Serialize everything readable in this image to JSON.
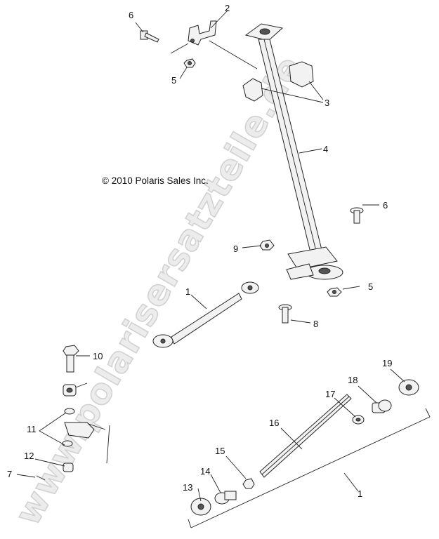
{
  "copyright": "© 2010 Polaris Sales Inc.",
  "watermark": "www.polarisersatzteile.de",
  "callouts": {
    "c1a": "1",
    "c1b": "1",
    "c2": "2",
    "c3": "3",
    "c4": "4",
    "c5a": "5",
    "c5b": "5",
    "c6a": "6",
    "c6b": "6",
    "c7": "7",
    "c8": "8",
    "c9": "9",
    "c10": "10",
    "c11": "11",
    "c12": "12",
    "c13": "13",
    "c14": "14",
    "c15": "15",
    "c16": "16",
    "c17": "17",
    "c18": "18",
    "c19": "19"
  }
}
